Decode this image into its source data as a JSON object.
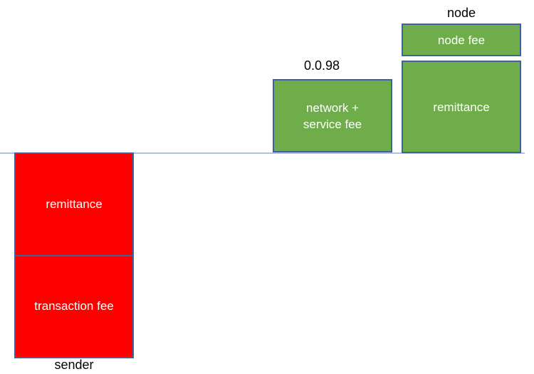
{
  "colors": {
    "green_fill": "#6fad4b",
    "red_fill": "#fe0000",
    "box_border": "#3e6398",
    "baseline": "#a9c2e6",
    "label_on_box": "#ffffff",
    "caption_text": "#000000"
  },
  "sender_group": {
    "axis_label": "sender",
    "segments": [
      {
        "label": "remittance"
      },
      {
        "label": "transaction fee"
      }
    ]
  },
  "intermediate_group": {
    "value_label": "0.0.98",
    "segments": [
      {
        "label": "network +\nservice fee"
      }
    ]
  },
  "node_group": {
    "axis_label": "node",
    "segments": [
      {
        "label": "node fee"
      },
      {
        "label": "remittance"
      }
    ]
  }
}
